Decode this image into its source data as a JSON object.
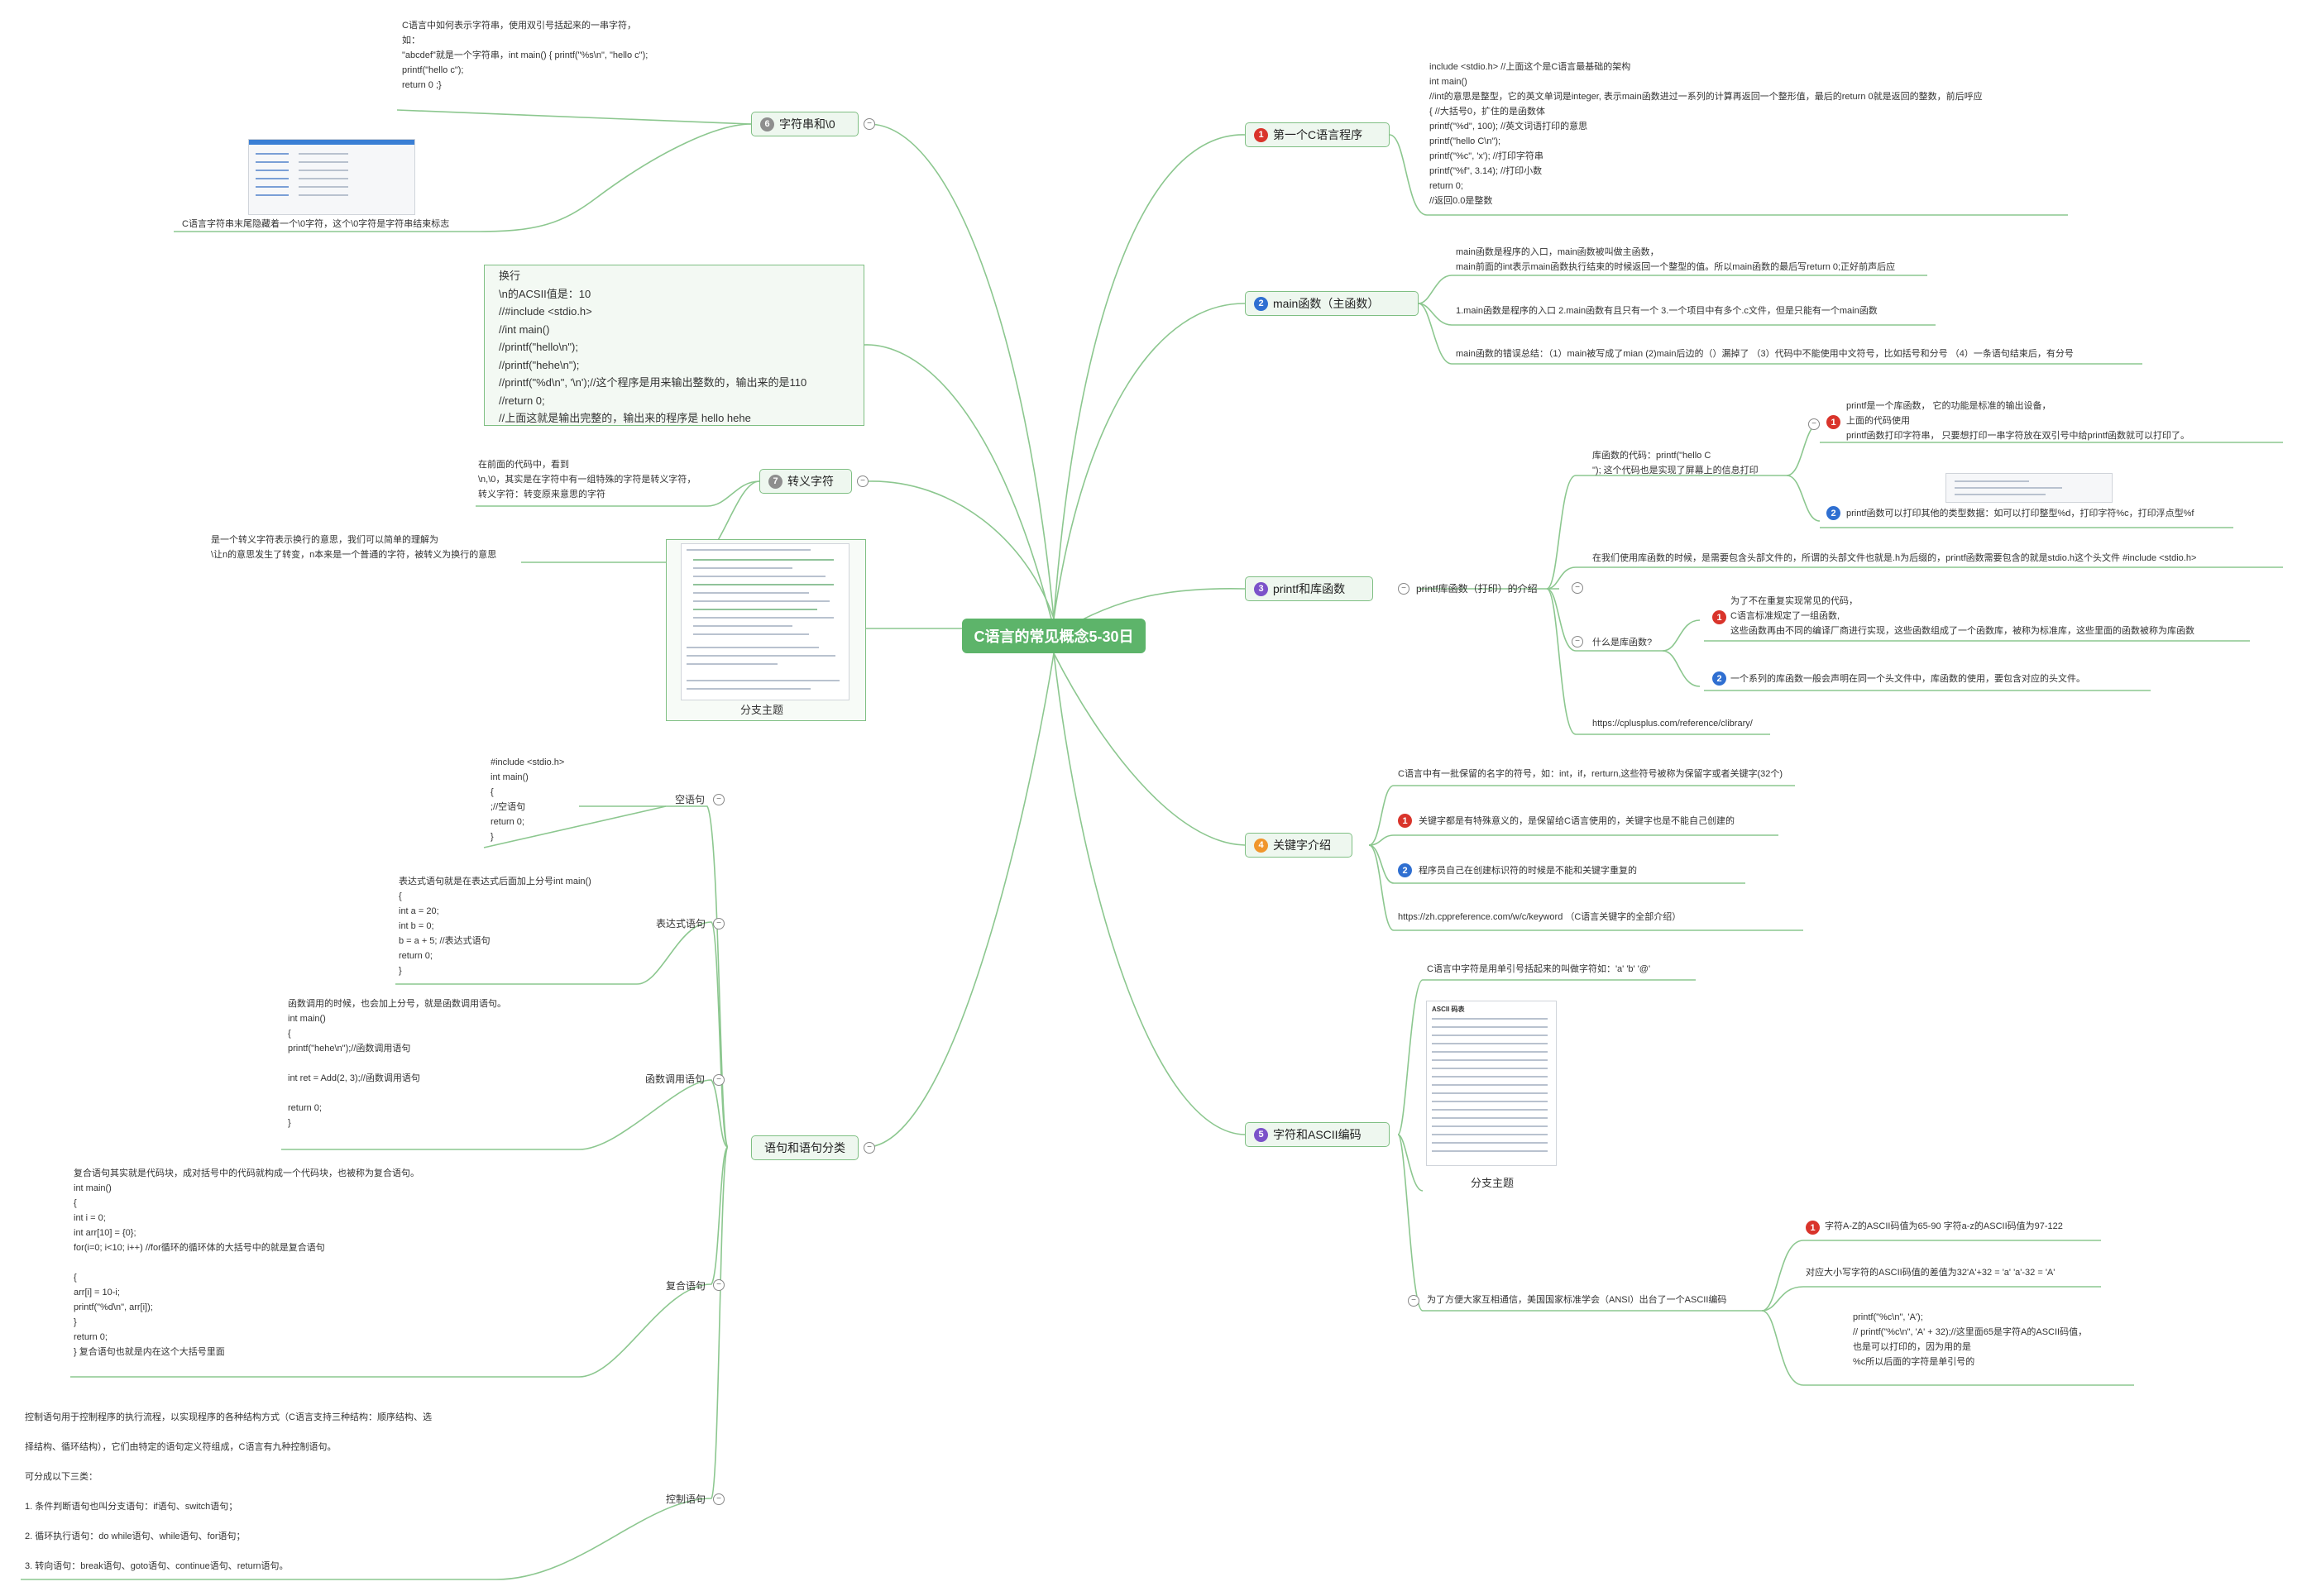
{
  "central": "C语言的常见概念5-30日",
  "colors": {
    "accent": "#5db46a",
    "line": "#8cc78f",
    "red": "#d9342b",
    "blue": "#2f6fd1",
    "purple": "#7b52c9",
    "orange": "#f0962c"
  },
  "right": {
    "b1": {
      "num": "1",
      "label": "第一个C语言程序",
      "code": "include <stdio.h> //上面这个是C语言最基础的架构\nint main()\n//int的意思是整型，它的英文单词是integer, 表示main函数进过一系列的计算再返回一个整形值，最后的return 0就是返回的整数，前后呼应\n{ //大括号0，扩住的是函数体\nprintf(\"%d\", 100); //英文词语打印的意思\nprintf(\"hello C\\n\");\nprintf(\"%c\", 'x'); //打印字符串\nprintf(\"%f\", 3.14); //打印小数\nreturn 0;\n//返回0.0是整数"
    },
    "b2": {
      "num": "2",
      "label": "main函数（主函数）",
      "items": [
        "main函数是程序的入口，main函数被叫做主函数，\nmain前面的int表示main函数执行结束的时候返回一个整型的值。所以main函数的最后写return 0;正好前声后应",
        "1.main函数是程序的入口 2.main函数有且只有一个 3.一个项目中有多个.c文件，但是只能有一个main函数",
        "main函数的错误总结：（1）main被写成了mian (2)main后边的（）漏掉了 （3）代码中不能使用中文符号，比如括号和分号 （4）一条语句结束后，有分号"
      ]
    },
    "b3": {
      "num": "3",
      "label": "printf和库函数",
      "sub": "printf库函数（打印）的介绍",
      "lib_code_label": "库函数的代码：printf(\"hello C\n\"); 这个代码也是实现了屏幕上的信息打印",
      "lib_items": [
        {
          "num": "1",
          "text": "printf是一个库函数， 它的功能是标准的输出设备，\n上面的代码使用\nprintf函数打印字符串， 只要想打印一串字符放在双引号中给printf函数就可以打印了。"
        },
        {
          "num": "2",
          "text": "printf函数可以打印其他的类型数据：如可以打印整型%d，打印字符%c，打印浮点型%f"
        }
      ],
      "header_note": "在我们使用库函数的时候，是需要包含头部文件的，所谓的头部文件也就是.h为后缀的，printf函数需要包含的就是stdio.h这个头文件 #include <stdio.h>",
      "what_label": "什么是库函数?",
      "what_items": [
        {
          "num": "1",
          "text": "为了不在重复实现常见的代码，\nC语言标准规定了一组函数,\n这些函数再由不同的编译厂商进行实现，这些函数组成了一个函数库，被称为标准库，这些里面的函数被称为库函数"
        },
        {
          "num": "2",
          "text": "一个系列的库函数一般会声明在同一个头文件中，库函数的使用，要包含对应的头文件。"
        }
      ],
      "link": "https://cplusplus.com/reference/clibrary/"
    },
    "b4": {
      "num": "4",
      "label": "关键字介绍",
      "intro": "C语言中有一批保留的名字的符号，如：int，if，rerturn,这些符号被称为保留字或者关键字(32个)",
      "items": [
        {
          "num": "1",
          "text": "关键字都是有特殊意义的，是保留给C语言使用的，关键字也是不能自己创建的"
        },
        {
          "num": "2",
          "text": "程序员自己在创建标识符的时候是不能和关键字重复的"
        }
      ],
      "link": "https://zh.cppreference.com/w/c/keyword （C语言关键字的全部介绍）"
    },
    "b5": {
      "num": "5",
      "label": "字符和ASCII编码",
      "intro": "C语言中字符是用单引号括起来的叫做字符如：'a' 'b' '@'",
      "table_title": "ASCII 码表",
      "caption": "分支主题",
      "ansi_label": "为了方便大家互相通信，美国国家标准学会（ANSI）出台了一个ASCII编码",
      "ansi_items": [
        {
          "num": "1",
          "text": "字符A-Z的ASCII码值为65-90 字符a-z的ASCII码值为97-122"
        },
        {
          "text": "对应大小写字符的ASCII码值的差值为32'A'+32 = 'a' 'a'-32 = 'A'"
        },
        {
          "text": "printf(\"%c\\n\", 'A');\n// printf(\"%c\\n\", 'A' + 32);//这里面65是字符A的ASCII码值，\n也是可以打印的，因为用的是\n%c所以后面的字符是单引号的"
        }
      ]
    }
  },
  "left": {
    "b6": {
      "num": "6",
      "label": "字符串和\\0",
      "code": "C语言中如何表示字符串，使用双引号括起来的一串字符，\n如：\n\"abcdef\"就是一个字符串，int main() { printf(\"%s\\n\", \"hello c\");\nprintf(\"hello c\");\nreturn 0 ;}",
      "note": "C语言字符串末尾隐藏着一个\\0字符，这个\\0字符是字符串结束标志"
    },
    "b7": {
      "num": "7",
      "label": "转义字符",
      "box_code": "换行\n\\n的ACSII值是：10\n//#include <stdio.h>\n//int main()\n//printf(\"hello\\n\");\n//printf(\"hehe\\n\");\n//printf(\"%d\\n\", '\\n');//这个程序是用来输出整数的，输出来的是110\n//return 0;\n//上面这就是输出完整的，输出来的程序是 hello hehe",
      "note1": "在前面的代码中，看到\n\\n,\\0，其实是在字符中有一组特殊的字符是转义字符，\n转义字符：转变原来意思的字符",
      "note2": "是一个转义字符表示换行的意思，我们可以简单的理解为\n\\让n的意思发生了转变，n本来是一个普通的字符，被转义为换行的意思"
    },
    "img_caption": "分支主题",
    "b8": {
      "label": "语句和语句分类",
      "subs": [
        {
          "label": "空语句",
          "code": "#include <stdio.h>\nint main()\n{\n;//空语句\nreturn 0;\n}"
        },
        {
          "label": "表达式语句",
          "code": "表达式语句就是在表达式后面加上分号int main()\n{\nint a = 20;\nint b = 0;\nb = a + 5; //表达式语句\nreturn 0;\n}"
        },
        {
          "label": "函数调用语句",
          "code": "函数调用的时候，也会加上分号，就是函数调用语句。\nint main()\n{\nprintf(\"hehe\\n\");//函数调用语句\n\nint ret = Add(2, 3);//函数调用语句\n\nreturn 0;\n}"
        },
        {
          "label": "复合语句",
          "code": "复合语句其实就是代码块，成对括号中的代码就构成一个代码块，也被称为复合语句。\nint main()\n{\nint i = 0;\nint arr[10] = {0};\nfor(i=0; i<10; i++) //for循环的循环体的大括号中的就是复合语句\n\n{\narr[i] = 10-i;\nprintf(\"%d\\n\", arr[i]);\n}\nreturn 0;\n} 复合语句也就是内在这个大括号里面"
        },
        {
          "label": "控制语句",
          "code": "控制语句用于控制程序的执行流程，以实现程序的各种结构方式（C语言支持三种结构：顺序结构、选\n\n择结构、循环结构），它们由特定的语句定义符组成，C语言有九种控制语句。\n\n可分成以下三类：\n\n1. 条件判断语句也叫分支语句：if语句、switch语句；\n\n2. 循环执行语句：do while语句、while语句、for语句；\n\n3. 转向语句：break语句、goto语句、continue语句、return语句。"
        }
      ]
    }
  }
}
